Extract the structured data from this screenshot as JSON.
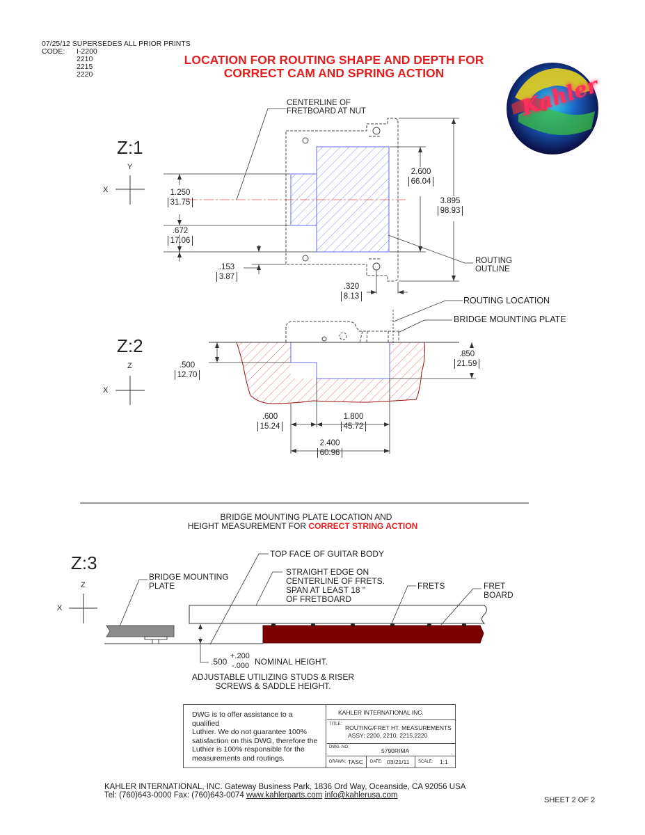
{
  "header": {
    "supersedes": "07/25/12 SUPERSEDES ALL PRIOR PRINTS",
    "code_label": "CODE:",
    "codes": [
      "I-2200",
      "2210",
      "2215",
      "2220"
    ]
  },
  "title": {
    "line1": "LOCATION FOR ROUTING SHAPE AND DEPTH FOR",
    "line2": "CORRECT CAM AND SPRING ACTION"
  },
  "logo": {
    "text": "Kahler"
  },
  "colors": {
    "accent_red": "#e01f1f",
    "hatch_blue": "#6a6af0",
    "dark_red": "#7a0000",
    "gray_plate": "#8c8c8c"
  },
  "z1": {
    "label": "Z:1",
    "axis_y": "Y",
    "axis_x": "X",
    "callout_centerline": [
      "CENTERLINE OF",
      "FRETBOARD AT NUT"
    ],
    "callout_routing_outline": [
      "ROUTING",
      "OUTLINE"
    ],
    "dims": [
      {
        "in": "1.250",
        "mm": "31.75"
      },
      {
        "in": ".672",
        "mm": "17.06"
      },
      {
        "in": ".153",
        "mm": "3.87"
      },
      {
        "in": ".320",
        "mm": "8.13"
      },
      {
        "in": "2.600",
        "mm": "66.04"
      },
      {
        "in": "3.895",
        "mm": "98.93"
      }
    ]
  },
  "z2": {
    "label": "Z:2",
    "axis_z": "Z",
    "axis_x": "X",
    "callout_routing_location": "ROUTING LOCATION",
    "callout_bridge_plate": "BRIDGE MOUNTING PLATE",
    "dims": [
      {
        "in": ".500",
        "mm": "12.70"
      },
      {
        "in": ".850",
        "mm": "21.59"
      },
      {
        "in": ".600",
        "mm": "15.24"
      },
      {
        "in": "1.800",
        "mm": "45.72"
      },
      {
        "in": "2.400",
        "mm": "60.96"
      }
    ]
  },
  "section": {
    "line1": "BRIDGE MOUNTING PLATE LOCATION AND",
    "line2_prefix": "HEIGHT MEASUREMENT FOR ",
    "line2_emph": "CORRECT STRING ACTION"
  },
  "z3": {
    "label": "Z:3",
    "axis_z": "Z",
    "axis_x": "X",
    "callout_top_face": "TOP FACE OF GUITAR BODY",
    "callout_bridge_plate": [
      "BRIDGE MOUNTING",
      "PLATE"
    ],
    "callout_straight_edge": [
      "STRAIGHT EDGE ON",
      "CENTERLINE OF FRETS.",
      "SPAN AT LEAST 18 \"",
      "OF FRETBOARD"
    ],
    "callout_frets": "FRETS",
    "callout_fretboard": [
      "FRET",
      "BOARD"
    ],
    "nominal_value": ".500",
    "tol_plus": "+.200",
    "tol_minus": "-.000",
    "nominal_text": "NOMINAL HEIGHT.",
    "adjust_line1": "ADJUSTABLE UTILIZING STUDS & RISER",
    "adjust_line2": "SCREWS & SADDLE HEIGHT."
  },
  "title_block": {
    "disclaimer": [
      "DWG is to offer assistance to a qualified",
      "Luthier.  We do not guarantee 100%",
      "satisfaction on this DWG, therefore the",
      "Luthier is 100% responsible for the",
      "measurements and routings."
    ],
    "company": "KAHLER INTERNATIONAL INC.",
    "title_label": "TITLE:",
    "title_line1": "ROUTING/FRET HT. MEASUREMENTS",
    "title_line2": "ASSY: 2200, 2210, 2215,2220",
    "dwg_label": "DWG. NO.",
    "dwg_no": "5790RIMA",
    "drawn_label": "DRAWN:",
    "drawn": "TASC",
    "date_label": "DATE:",
    "date": "03/21/11",
    "scale_label": "SCALE:",
    "scale": "1:1"
  },
  "footer": {
    "line1": "KAHLER INTERNATIONAL, INC.  Gateway Business Park, 1836 Ord Way, Oceanside, CA 92056 USA",
    "tel": "Tel:  (760)643-0000 Fax: (760)643-0074 ",
    "web": "www.kahlerparts.com",
    "email": "info@kahlerusa.com",
    "sheet": "SHEET 2 OF 2"
  }
}
